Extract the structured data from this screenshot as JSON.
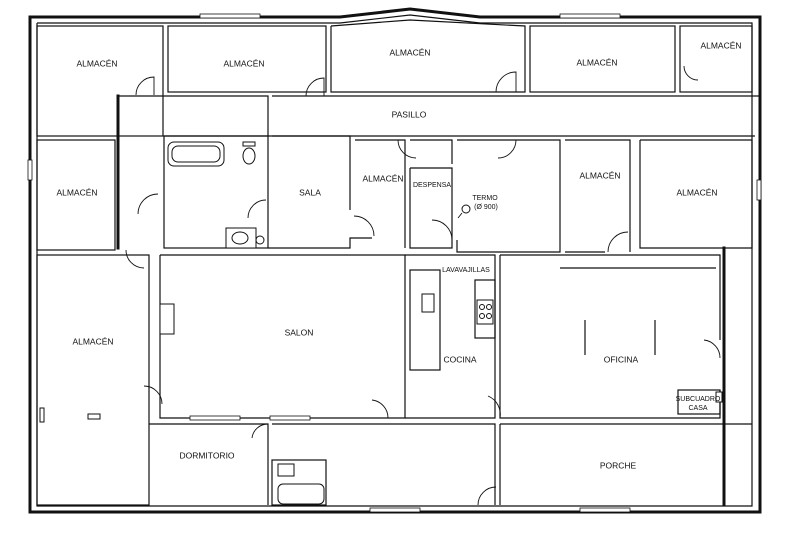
{
  "plan": {
    "rooms": {
      "almacen_top1": "ALMACÉN",
      "almacen_top2": "ALMACÉN",
      "almacen_top3": "ALMACÉN",
      "almacen_top4": "ALMACÉN",
      "almacen_top5": "ALMACÉN",
      "pasillo": "PASILLO",
      "almacen_left_mid": "ALMACÉN",
      "sala": "SALA",
      "almacen_center": "ALMACÉN",
      "despensa": "DESPENSA",
      "termo": "TERMO",
      "termo_spec": "(Ø 900)",
      "almacen_right1": "ALMACÉN",
      "almacen_right2": "ALMACÉN",
      "lavavajillas": "LAVAVAJILLAS",
      "almacen_left_big": "ALMACÉN",
      "salon": "SALON",
      "cocina": "COCINA",
      "oficina": "OFICINA",
      "subcuadro_1": "SUBCUADRO",
      "subcuadro_2": "CASA",
      "dormitorio": "DORMITORIO",
      "porche": "PORCHE"
    }
  }
}
